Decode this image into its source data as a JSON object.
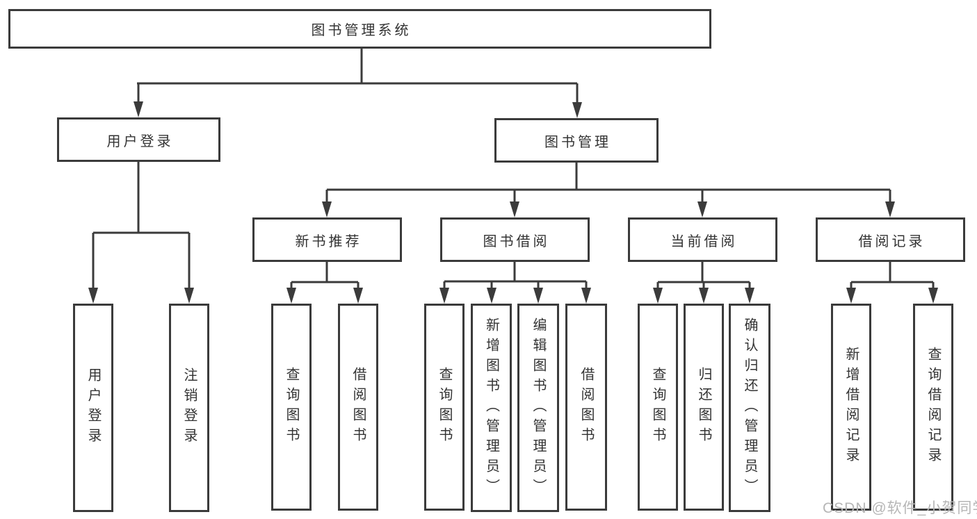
{
  "diagram": {
    "type": "tree",
    "colors": {
      "line": "#3b3b3b",
      "text": "#333333",
      "box_background": "#ffffff",
      "watermark": "#b6b6b6"
    },
    "nodes": {
      "root": "图书管理系统",
      "user_login": "用户登录",
      "book_mgmt": "图书管理",
      "new_book_rec": "新书推荐",
      "book_borrow": "图书借阅",
      "current_borrow": "当前借阅",
      "borrow_records": "借阅记录",
      "login": "用户登录",
      "logout": "注销登录",
      "rec_query": "查询图书",
      "rec_borrow": "借阅图书",
      "bb_query": "查询图书",
      "bb_add": "新增图书（管理员）",
      "bb_edit": "编辑图书（管理员）",
      "bb_borrow": "借阅图书",
      "cb_query": "查询图书",
      "cb_return": "归还图书",
      "cb_confirm": "确认归还（管理员）",
      "br_add": "新增借阅记录",
      "br_query": "查询借阅记录"
    },
    "hierarchy": {
      "图书管理系统": {
        "用户登录": [
          "用户登录",
          "注销登录"
        ],
        "图书管理": {
          "新书推荐": [
            "查询图书",
            "借阅图书"
          ],
          "图书借阅": [
            "查询图书",
            "新增图书（管理员）",
            "编辑图书（管理员）",
            "借阅图书"
          ],
          "当前借阅": [
            "查询图书",
            "归还图书",
            "确认归还（管理员）"
          ],
          "借阅记录": [
            "新增借阅记录",
            "查询借阅记录"
          ]
        }
      }
    },
    "watermark": "CSDN @软件_小贺同学"
  }
}
